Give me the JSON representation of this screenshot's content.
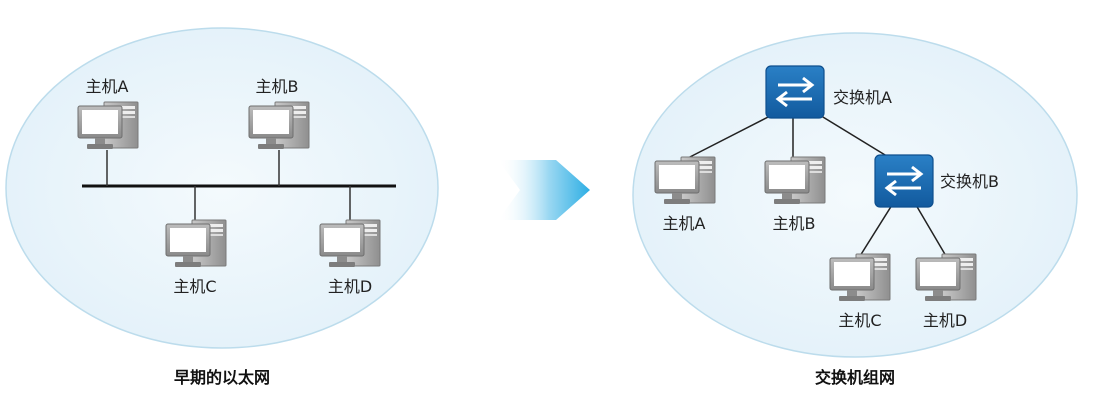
{
  "left": {
    "caption": "早期的以太网",
    "hosts": [
      {
        "label": "主机A",
        "icon": "computer-icon"
      },
      {
        "label": "主机B",
        "icon": "computer-icon"
      },
      {
        "label": "主机C",
        "icon": "computer-icon"
      },
      {
        "label": "主机D",
        "icon": "computer-icon"
      }
    ]
  },
  "right": {
    "caption": "交换机组网",
    "switches": [
      {
        "label": "交换机A",
        "icon": "switch-icon"
      },
      {
        "label": "交换机B",
        "icon": "switch-icon"
      }
    ],
    "hosts": [
      {
        "label": "主机A",
        "icon": "computer-icon"
      },
      {
        "label": "主机B",
        "icon": "computer-icon"
      },
      {
        "label": "主机C",
        "icon": "computer-icon"
      },
      {
        "label": "主机D",
        "icon": "computer-icon"
      }
    ]
  },
  "colors": {
    "ellipse_fill": "#e6f3fa",
    "ellipse_stroke": "#b6d8ea",
    "switch_fill": "#1769b3",
    "arrow": "#2eaee4"
  }
}
